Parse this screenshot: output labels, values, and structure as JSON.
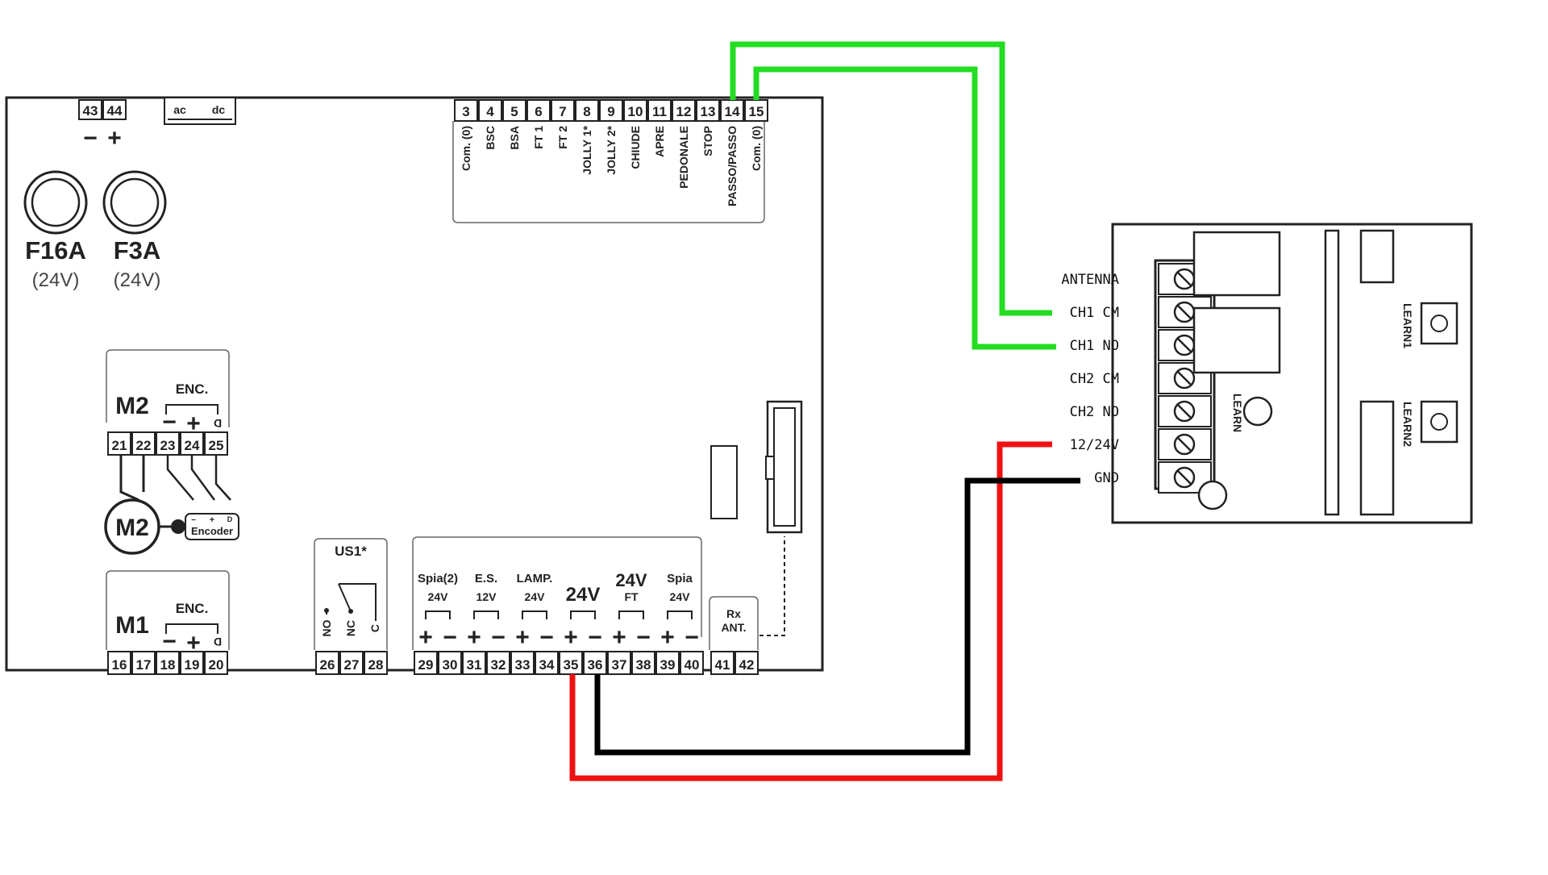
{
  "control_board": {
    "top_power_terminals": [
      "43",
      "44"
    ],
    "top_power_polarity": [
      "−",
      "+"
    ],
    "ac_dc_connector": [
      "ac",
      "dc"
    ],
    "input_terminals": [
      "3",
      "4",
      "5",
      "6",
      "7",
      "8",
      "9",
      "10",
      "11",
      "12",
      "13",
      "14",
      "15"
    ],
    "input_labels": [
      "Com. (0)",
      "BSC",
      "BSA",
      "FT 1",
      "FT 2",
      "JOLLY 1*",
      "JOLLY 2*",
      "CHIUDE",
      "APRE",
      "PEDONALE",
      "STOP",
      "PASSO/PASSO",
      "Com. (0)"
    ],
    "fuses": [
      {
        "name": "F16A",
        "voltage": "(24V)"
      },
      {
        "name": "F3A",
        "voltage": "(24V)"
      }
    ],
    "motor2": {
      "label": "M2",
      "enc_label": "ENC.",
      "enc_signs": [
        "−",
        "+",
        "D"
      ],
      "terminals": [
        "21",
        "22",
        "23",
        "24",
        "25"
      ],
      "motor_symbol": "M2",
      "encoder_label": "Encoder",
      "encoder_signs": [
        "−",
        "+",
        "D"
      ]
    },
    "motor1": {
      "label": "M1",
      "enc_label": "ENC.",
      "enc_signs": [
        "−",
        "+",
        "D"
      ],
      "terminals": [
        "16",
        "17",
        "18",
        "19",
        "20"
      ]
    },
    "relay": {
      "label": "US1*",
      "contacts": [
        "NO",
        "NC",
        "C"
      ],
      "terminals": [
        "26",
        "27",
        "28"
      ]
    },
    "output_groups": [
      {
        "name": "Spia(2)",
        "voltage": "24V"
      },
      {
        "name": "E.S.",
        "voltage": "12V"
      },
      {
        "name": "LAMP.",
        "voltage": "24V"
      },
      {
        "name": "24V",
        "voltage": ""
      },
      {
        "name": "24V",
        "voltage": "FT"
      },
      {
        "name": "Spia",
        "voltage": "24V"
      }
    ],
    "output_signs": [
      "+",
      "−",
      "+",
      "−",
      "+",
      "−",
      "+",
      "−",
      "+",
      "−",
      "+",
      "−"
    ],
    "output_terminals": [
      "29",
      "30",
      "31",
      "32",
      "33",
      "34",
      "35",
      "36",
      "37",
      "38",
      "39",
      "40"
    ],
    "rx_antenna": {
      "label_line1": "Rx",
      "label_line2": "ANT.",
      "terminals": [
        "41",
        "42"
      ]
    }
  },
  "receiver_module": {
    "terminal_labels": [
      "ANTENNA",
      "CH1 CM",
      "CH1 NO",
      "CH2 CM",
      "CH2 NO",
      "12/24V",
      "GND"
    ],
    "learn_labels": [
      "LEARN1",
      "LEARN",
      "LEARN2"
    ]
  },
  "wires": [
    {
      "from": "14",
      "to": "CH1 CM",
      "color": "#22dd22"
    },
    {
      "from": "15",
      "to": "CH1 NO",
      "color": "#22dd22"
    },
    {
      "from": "35",
      "to": "12/24V",
      "color": "#ee1111"
    },
    {
      "from": "36",
      "to": "GND",
      "color": "#000000"
    }
  ],
  "colors": {
    "wire_green": "#22dd22",
    "wire_red": "#ee1111",
    "wire_black": "#000000",
    "outline": "#222222"
  }
}
